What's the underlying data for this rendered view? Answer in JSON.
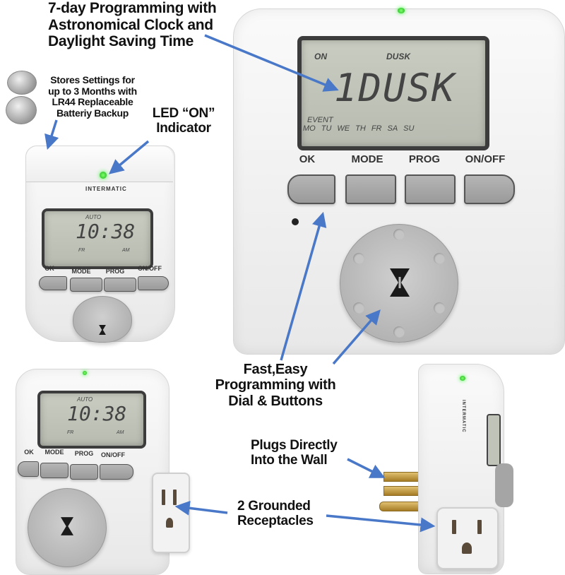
{
  "callouts": {
    "programming": [
      "7-day Programming with",
      "Astronomical Clock and",
      "Daylight Saving Time"
    ],
    "battery": [
      "Stores Settings for",
      "up to 3 Months with",
      "LR44 Replaceable",
      "Batteriy Backup"
    ],
    "led": [
      "LED “ON”",
      "Indicator"
    ],
    "dial": [
      "Fast,Easy",
      "Programming with",
      "Dial & Buttons"
    ],
    "plug": [
      "Plugs Directly",
      "Into the Wall"
    ],
    "receptacles": [
      "2 Grounded",
      "Receptacles"
    ]
  },
  "main_device": {
    "lcd": {
      "top_left": "ON",
      "top_center": "DUSK",
      "main_text": "1DUSK",
      "event_label": "EVENT",
      "days": [
        "MO",
        "TU",
        "WE",
        "TH",
        "FR",
        "SA",
        "SU"
      ]
    },
    "buttons": [
      "OK",
      "MODE",
      "PROG",
      "ON/OFF"
    ]
  },
  "small_device_top": {
    "brand": "INTERMATIC",
    "lcd": {
      "mode": "AUTO",
      "time": "10:38",
      "day": "FR",
      "ampm": "AM"
    },
    "buttons": [
      "OK",
      "MODE",
      "PROG",
      "ON/OFF"
    ]
  },
  "small_device_bottom": {
    "lcd": {
      "mode": "AUTO",
      "time": "10:38",
      "day": "FR",
      "ampm": "AM"
    },
    "buttons": [
      "OK",
      "MODE",
      "PROG",
      "ON/OFF"
    ]
  },
  "side_device": {
    "brand": "INTERMATIC"
  },
  "colors": {
    "arrow": "#4a78c8",
    "led": "#2fd22a",
    "lcd_bg": "#c2c6bb"
  }
}
